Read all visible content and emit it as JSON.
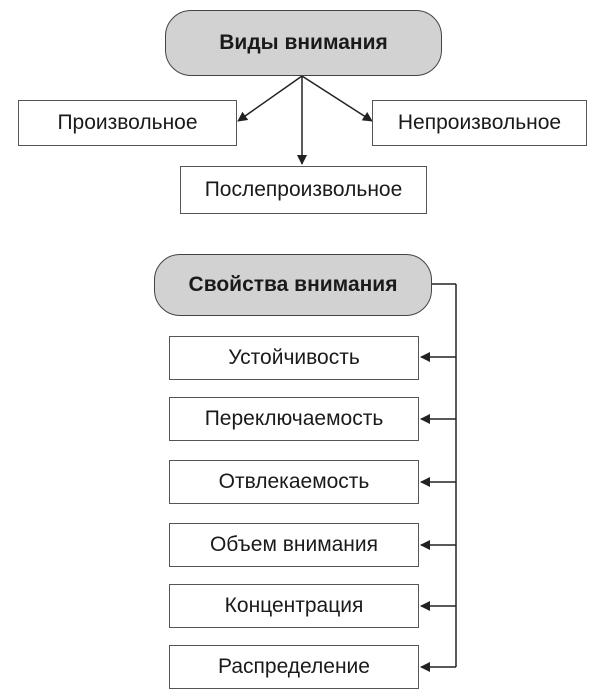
{
  "kinds": {
    "title": "Виды внимания",
    "items": [
      "Произвольное",
      "Непроизвольное",
      "Послепроизвольное"
    ]
  },
  "properties": {
    "title": "Свойства внимания",
    "items": [
      "Устойчивость",
      "Переключаемость",
      "Отвлекаемость",
      "Объем внимания",
      "Концентрация",
      "Распределение"
    ]
  },
  "colors": {
    "title_fill": "#d2d2d2",
    "box_border": "#555555",
    "line": "#222222"
  }
}
